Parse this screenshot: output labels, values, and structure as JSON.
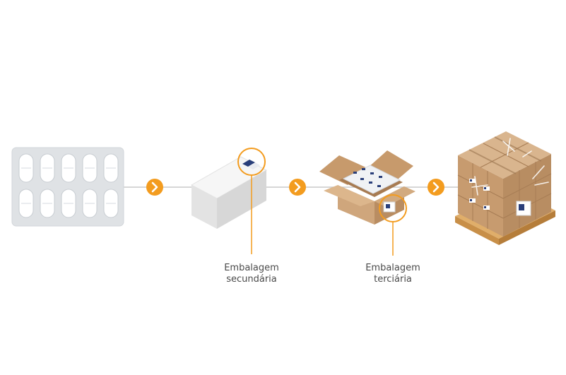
{
  "colors": {
    "accent": "#f39c1f",
    "line": "#c8c8c8",
    "blister": "#dfe2e5",
    "carton": "#eeeeee",
    "cardboard": "#c9a27a",
    "pallet": "#e0ae6a",
    "label_blue": "#2a3f7a"
  },
  "steps": [
    {
      "name": "blister-pack",
      "icon": "blister-pack-icon"
    },
    {
      "name": "secondary-packaging",
      "icon": "carton-box-icon"
    },
    {
      "name": "tertiary-packaging",
      "icon": "shipping-box-icon"
    },
    {
      "name": "pallet",
      "icon": "pallet-icon"
    }
  ],
  "labels": {
    "secondary": {
      "line1": "Embalagem",
      "line2": "secundária"
    },
    "tertiary": {
      "line1": "Embalagem",
      "line2": "terciária"
    }
  },
  "arrow_icon": "chevron-right-icon"
}
